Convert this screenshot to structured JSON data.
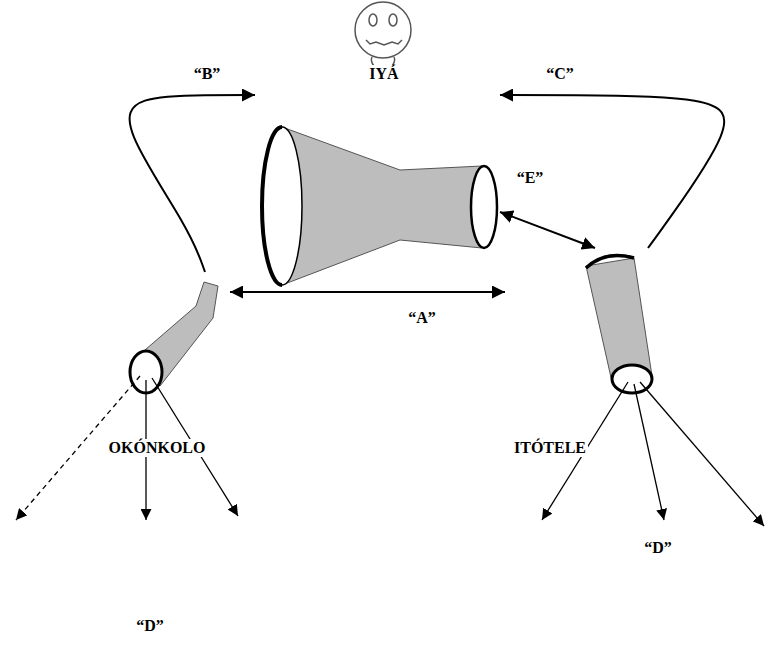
{
  "diagram": {
    "nodes": [
      {
        "text": [
          "IYÁ"
        ]
      },
      {
        "text": [
          "OKÓNKOLO"
        ]
      },
      {
        "text": [
          "ITÓTELE"
        ]
      }
    ],
    "edges": [
      {
        "from": 1,
        "to": 2,
        "arrow": "both",
        "label": "“A”"
      },
      {
        "from": 1,
        "to": 0,
        "arrow": "to",
        "label": "“B”"
      },
      {
        "from": 2,
        "to": 0,
        "arrow": "to",
        "label": "“C”"
      },
      {
        "from": 0,
        "to": 2,
        "arrow": "both",
        "label": "“E”"
      }
    ],
    "labels": [
      "“D”",
      "“D”"
    ]
  }
}
